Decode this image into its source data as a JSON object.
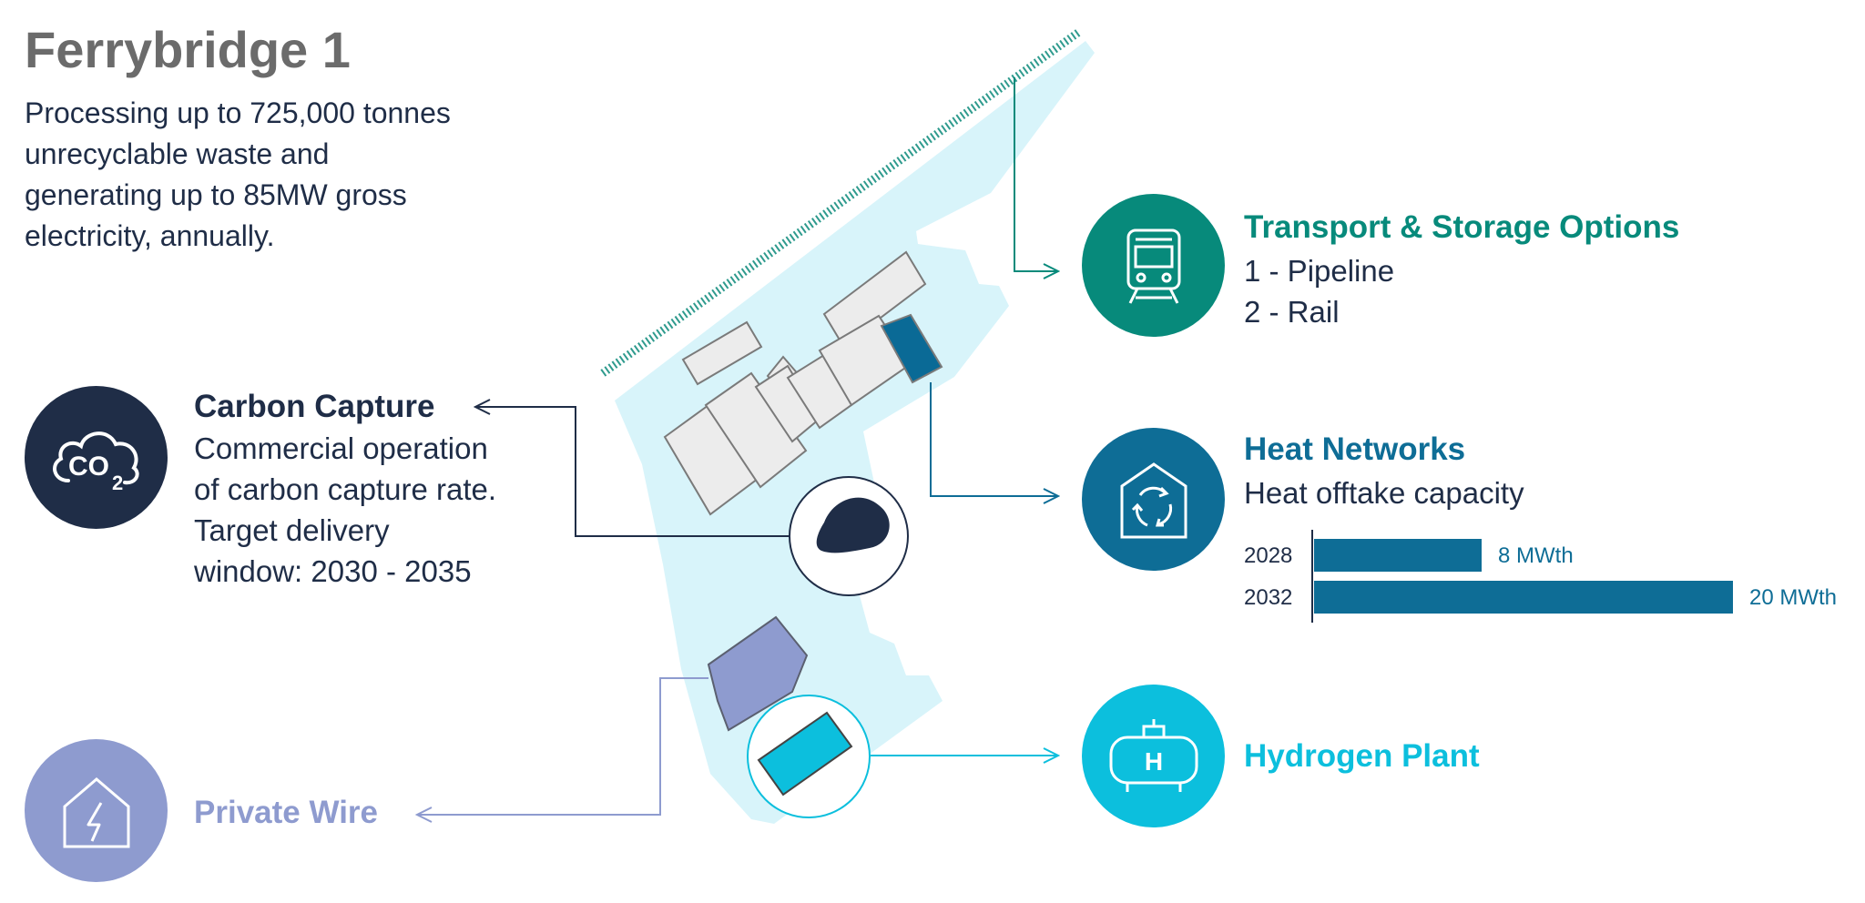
{
  "title": "Ferrybridge 1",
  "description": "Processing up to 725,000 tonnes unrecyclable waste and generating up to 85MW gross electricity, annually.",
  "carbon_capture": {
    "title": "Carbon Capture",
    "lines": [
      "Commercial operation",
      "of carbon capture rate.",
      "Target delivery",
      "window: 2030 - 2035"
    ],
    "icon": "co2-cloud-icon",
    "icon_text": "CO",
    "icon_sub": "2",
    "color": "#1f2d47"
  },
  "private_wire": {
    "title": "Private Wire",
    "icon": "house-lightning-icon",
    "color": "#8e9bcf"
  },
  "transport_storage": {
    "title": "Transport & Storage Options",
    "options": [
      "1 - Pipeline",
      "2 - Rail"
    ],
    "icon": "train-icon",
    "color": "#078a7b"
  },
  "heat_networks": {
    "title": "Heat Networks",
    "subtitle": "Heat offtake capacity",
    "icon": "house-recycle-icon",
    "color": "#0e6d96"
  },
  "hydrogen_plant": {
    "title": "Hydrogen Plant",
    "icon": "hydrogen-tank-icon",
    "icon_text": "H",
    "color": "#0cbfdd"
  },
  "chart_data": {
    "type": "bar",
    "orientation": "horizontal",
    "categories": [
      "2028",
      "2032"
    ],
    "values": [
      8,
      20
    ],
    "value_labels": [
      "8 MWth",
      "20 MWth"
    ],
    "xlim": [
      0,
      20
    ],
    "grid": false,
    "color": "#0e6d96"
  }
}
